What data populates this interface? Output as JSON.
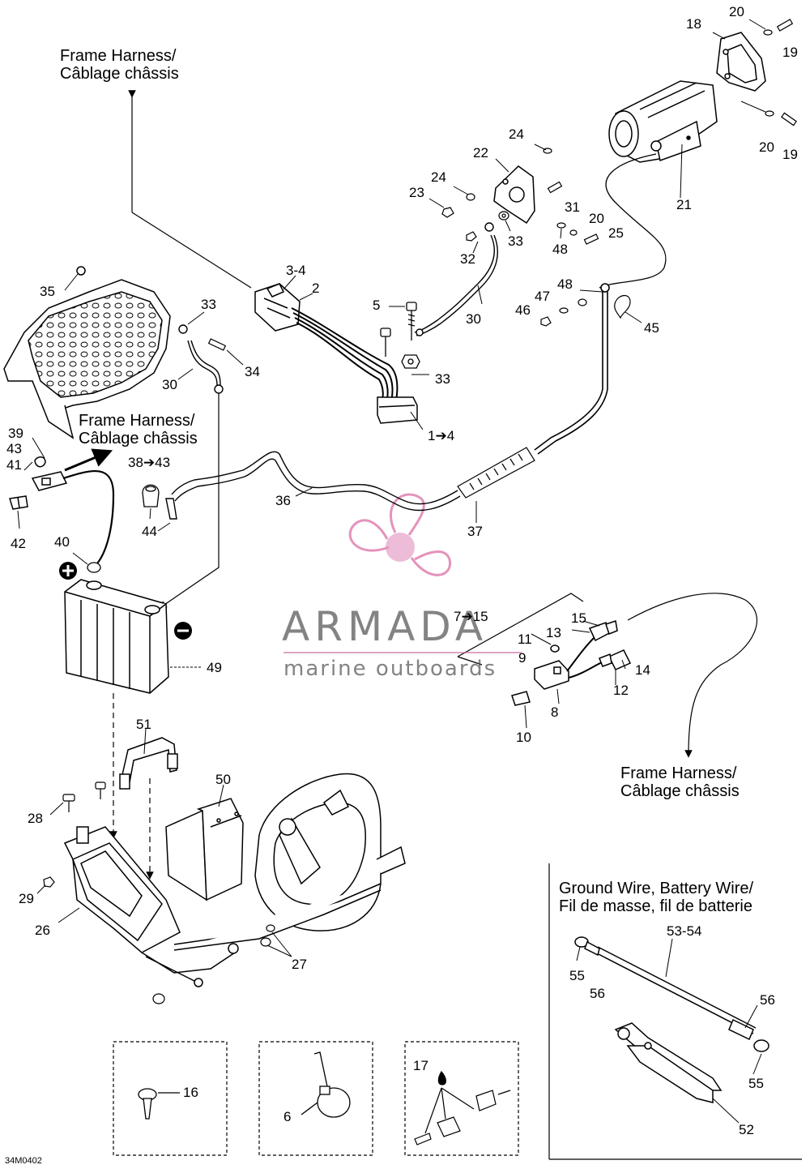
{
  "headings": {
    "frame_harness_top": [
      "Frame Harness/",
      "Câblage châssis"
    ],
    "frame_harness_mid": [
      "Frame Harness/",
      "Câblage châssis"
    ],
    "frame_harness_bottom": [
      "Frame Harness/",
      "Câblage châssis"
    ],
    "ground_wire": [
      "Ground Wire, Battery Wire/",
      "Fil de masse, fil de batterie"
    ]
  },
  "callouts": [
    "20",
    "18",
    "19",
    "24",
    "22",
    "20",
    "19",
    "24",
    "23",
    "31",
    "21",
    "20",
    "25",
    "33",
    "48",
    "32",
    "3-4",
    "2",
    "35",
    "5",
    "33",
    "30",
    "48",
    "47",
    "46",
    "45",
    "30",
    "34",
    "33",
    "1➔4",
    "39",
    "43",
    "41",
    "38➔43",
    "42",
    "44",
    "36",
    "37",
    "40",
    "7➔15",
    "15",
    "13",
    "11",
    "9",
    "14",
    "12",
    "8",
    "49",
    "10",
    "51",
    "50",
    "28",
    "29",
    "26",
    "27",
    "53-54",
    "55",
    "56",
    "56",
    "55",
    "52",
    "16",
    "6",
    "17"
  ],
  "polarity": {
    "positive": "+",
    "negative": "−"
  },
  "watermark": {
    "brand": "ARMADA",
    "tagline": "marine outboards"
  },
  "diagram_code": "34M0402",
  "colors": {
    "line": "#000000",
    "watermark_pink": "#d9669f",
    "watermark_gray": "#5a5a5a"
  }
}
